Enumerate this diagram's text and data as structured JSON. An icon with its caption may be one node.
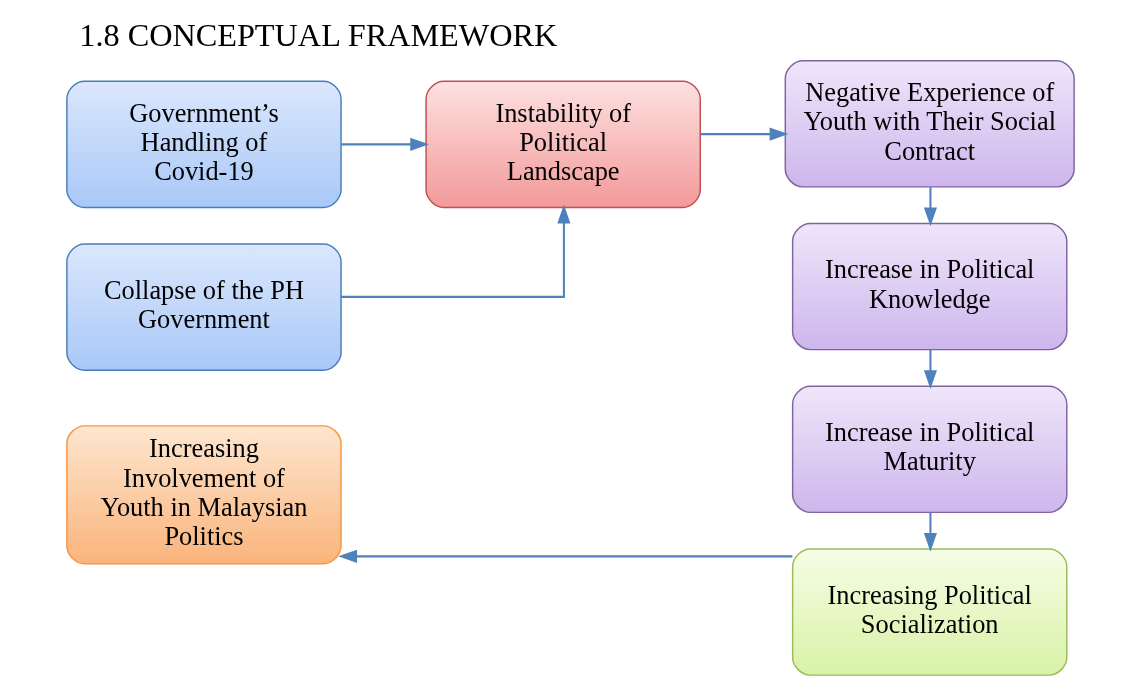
{
  "diagram": {
    "title": "1.8 CONCEPTUAL FRAMEWORK",
    "nodes": [
      {
        "text": [
          "Government’s Handling of Covid-19"
        ]
      },
      {
        "text": [
          "Collapse of the PH Government"
        ]
      },
      {
        "text": [
          "Instability of Political Landscape"
        ]
      },
      {
        "text": [
          "Negative Experience of Youth with Their Social Contract"
        ]
      },
      {
        "text": [
          "Increase in Political Knowledge"
        ]
      },
      {
        "text": [
          "Increase in Political Maturity"
        ]
      },
      {
        "text": [
          "Increasing Political Socialization"
        ]
      },
      {
        "text": [
          "Increasing Involvement of Youth in Malaysian Politics"
        ]
      }
    ],
    "edges": [
      {
        "from": 0,
        "to": 2,
        "arrow": "to"
      },
      {
        "from": 1,
        "to": 2,
        "arrow": "to"
      },
      {
        "from": 2,
        "to": 3,
        "arrow": "to"
      },
      {
        "from": 3,
        "to": 4,
        "arrow": "to"
      },
      {
        "from": 4,
        "to": 5,
        "arrow": "to"
      },
      {
        "from": 5,
        "to": 6,
        "arrow": "to"
      },
      {
        "from": 6,
        "to": 7,
        "arrow": "to"
      }
    ]
  }
}
